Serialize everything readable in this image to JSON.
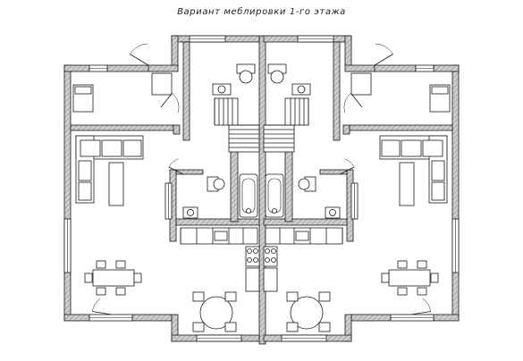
{
  "title": "Вариант меблировки 1-го этажа",
  "colors": {
    "wall_fill": "#c8c8c8",
    "wall_hatch": "#8a8a8a",
    "line": "#1a1a1a",
    "furniture_fill": "#ffffff",
    "background": "#ffffff"
  },
  "symmetry": "mirrored-duplex",
  "furniture_kinds": [
    "sofa-corner",
    "armchair",
    "coffee-table",
    "dining-table",
    "dining-chair",
    "round-table",
    "stair",
    "toilet",
    "washbasin",
    "bathtub",
    "kitchen-counter",
    "stove",
    "sink",
    "wardrobe",
    "door-swing",
    "window"
  ]
}
